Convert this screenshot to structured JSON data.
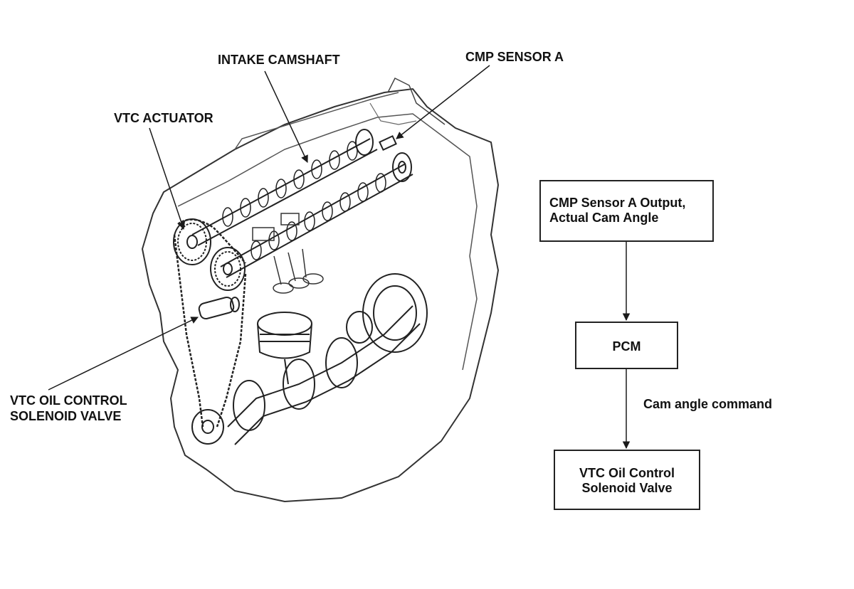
{
  "engine_labels": {
    "intake_camshaft": "INTAKE CAMSHAFT",
    "cmp_sensor_a": "CMP SENSOR A",
    "vtc_actuator": "VTC ACTUATOR",
    "vtc_oil_control_line1": "VTC OIL CONTROL",
    "vtc_oil_control_line2": "SOLENOID VALVE"
  },
  "flow": {
    "box1_line1": "CMP Sensor A Output,",
    "box1_line2": "Actual Cam Angle",
    "box2": "PCM",
    "edge_label": "Cam angle command",
    "box3_line1": "VTC Oil Control",
    "box3_line2": "Solenoid Valve"
  },
  "colors": {
    "line": "#1a1a1a",
    "box_border": "#222222"
  }
}
